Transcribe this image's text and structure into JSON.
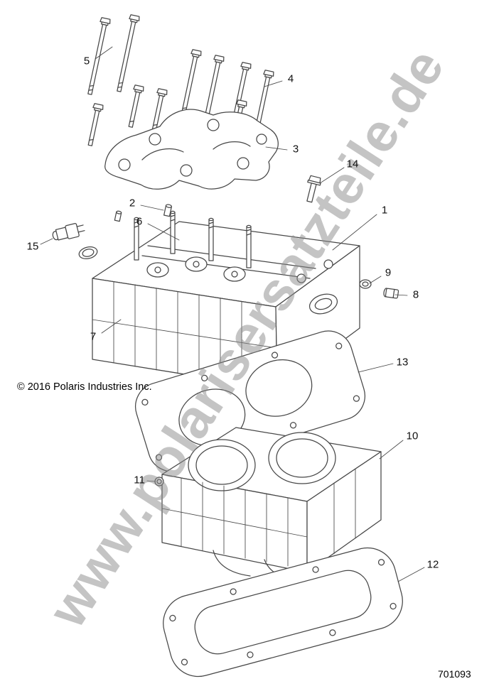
{
  "diagram": {
    "watermark": "www.polarisersatzteile.de",
    "copyright": "© 2016 Polaris Industries Inc.",
    "figure_number": "701093",
    "colors": {
      "line": "#474747",
      "watermark": "#8a8a8a",
      "callout_text": "#111111"
    },
    "callouts": [
      {
        "label": "1"
      },
      {
        "label": "2"
      },
      {
        "label": "3"
      },
      {
        "label": "4"
      },
      {
        "label": "5"
      },
      {
        "label": "6"
      },
      {
        "label": "7"
      },
      {
        "label": "8"
      },
      {
        "label": "9"
      },
      {
        "label": "10"
      },
      {
        "label": "11"
      },
      {
        "label": "12"
      },
      {
        "label": "13"
      },
      {
        "label": "14"
      },
      {
        "label": "15"
      }
    ]
  }
}
